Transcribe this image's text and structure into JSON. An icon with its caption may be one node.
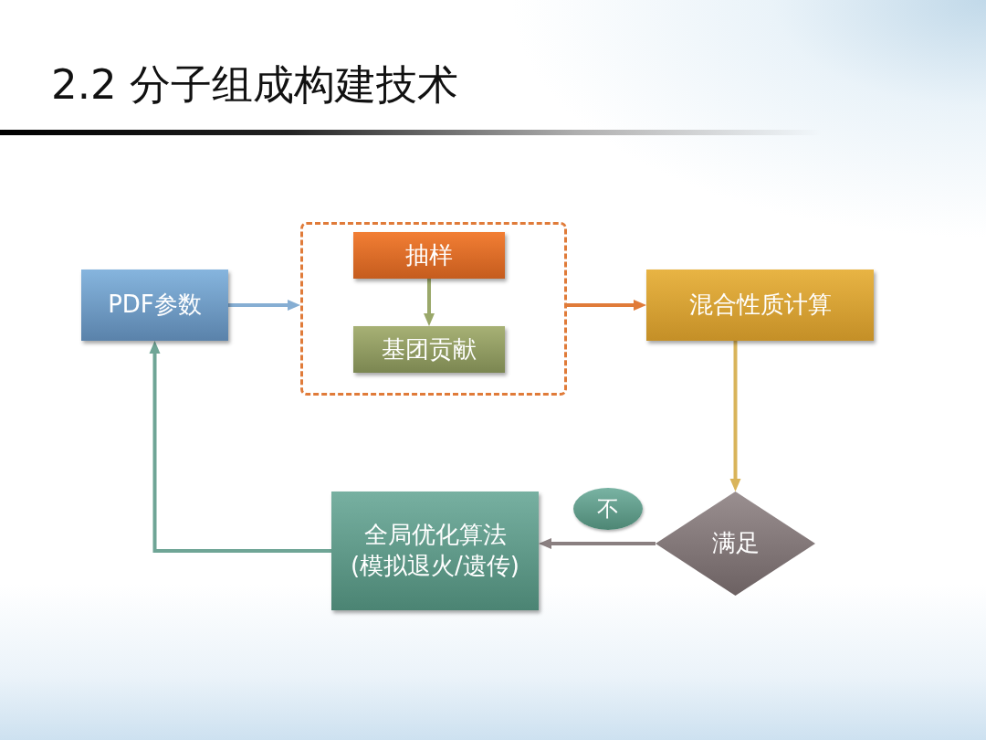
{
  "diagram": {
    "title": "2.2 分子组成构建技术",
    "nodes": [
      {
        "text": [
          "PDF参数"
        ]
      },
      {
        "text": [],
        "shape": "box"
      },
      {
        "text": [
          "抽样"
        ],
        "in": 1
      },
      {
        "text": [
          "基团贡献"
        ],
        "in": 1
      },
      {
        "text": [
          "混合性质计算"
        ]
      },
      {
        "text": [
          "满足"
        ]
      },
      {
        "text": [
          "全局优化算法",
          "(模拟退火/遗传)"
        ]
      }
    ],
    "edges": [
      {
        "from": 0,
        "to": 1,
        "arrow": "to",
        "color": "#86aed3"
      },
      {
        "from": 2,
        "to": 3,
        "arrow": "to",
        "color": "#9aa86a"
      },
      {
        "from": 1,
        "to": 4,
        "arrow": "to",
        "color": "#e07b39"
      },
      {
        "from": 4,
        "to": 5,
        "arrow": "to",
        "color": "#d9b45a"
      },
      {
        "from": 5,
        "to": 6,
        "arrow": "to",
        "label": "不",
        "color": "#8a7f80"
      },
      {
        "from": 6,
        "to": 0,
        "arrow": "to",
        "color": "#6fa596"
      }
    ]
  }
}
